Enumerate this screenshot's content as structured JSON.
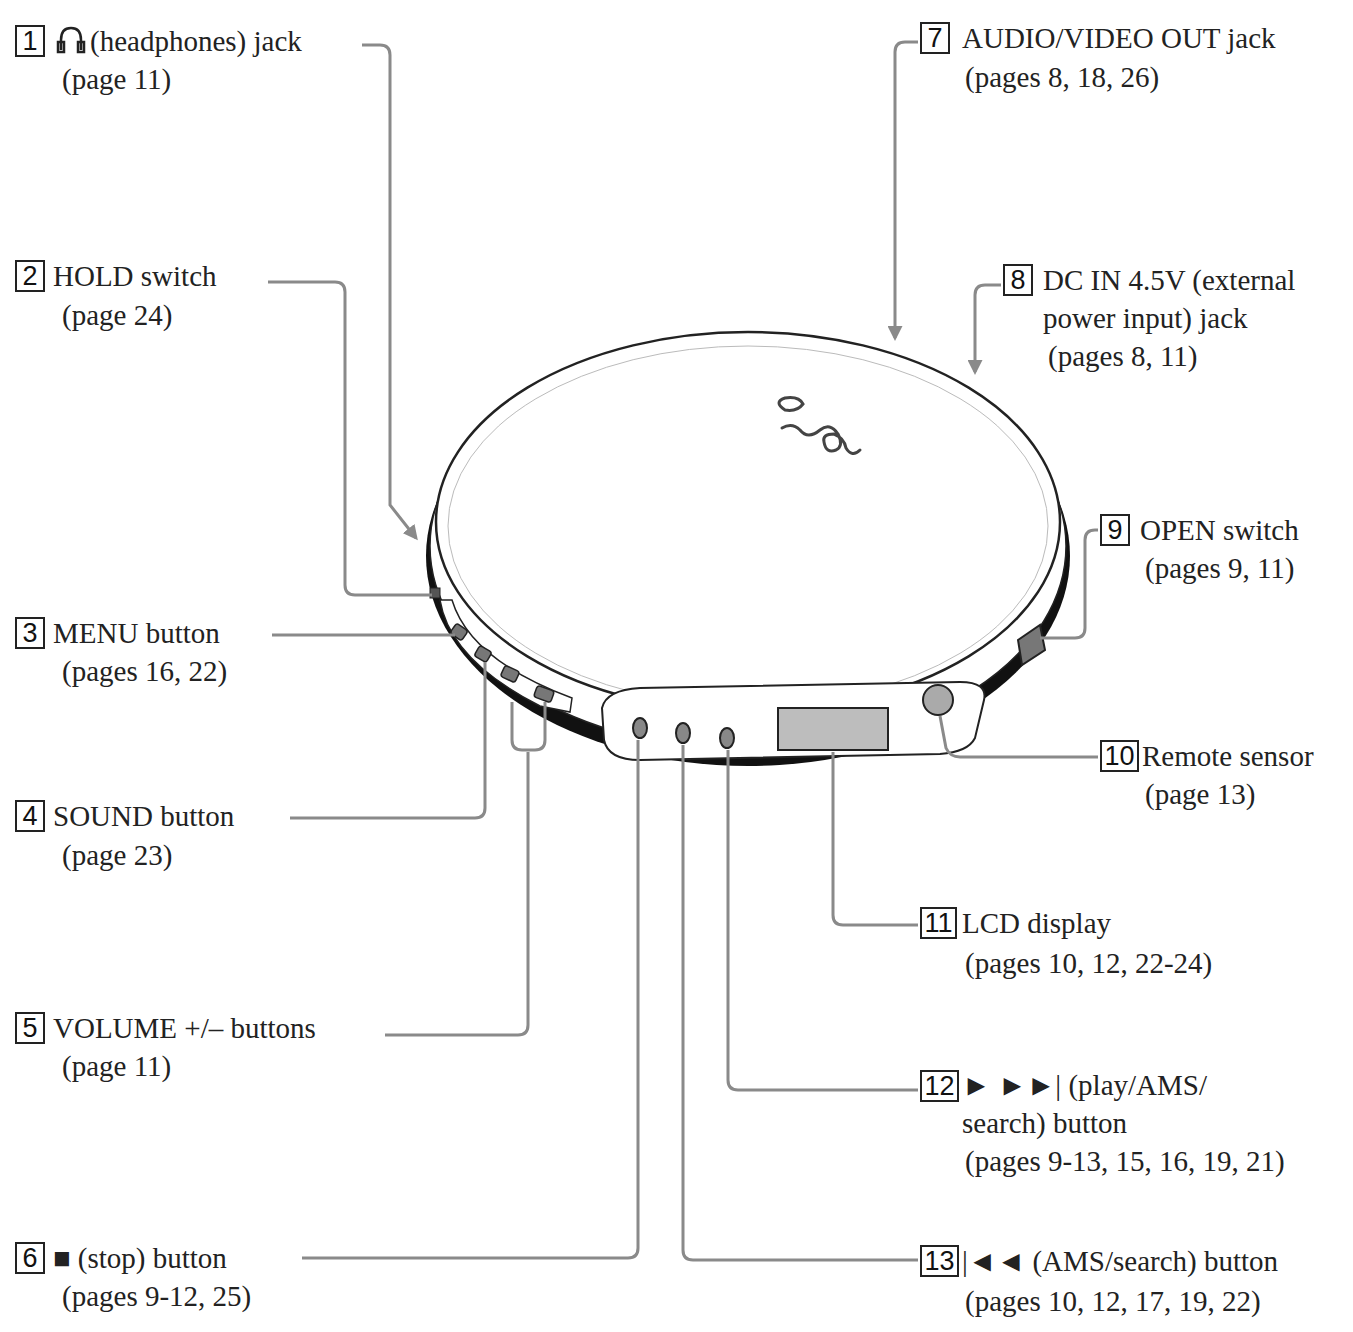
{
  "diagram": {
    "nodes": [
      {
        "text": [
          "1"
        ]
      },
      {
        "text": [
          "2"
        ]
      },
      {
        "text": [
          "3"
        ]
      },
      {
        "text": [
          "4"
        ]
      },
      {
        "text": [
          "5"
        ]
      },
      {
        "text": [
          "6"
        ]
      },
      {
        "text": [
          "7"
        ]
      },
      {
        "text": [
          "8"
        ]
      },
      {
        "text": [
          "9"
        ]
      },
      {
        "text": [
          "10"
        ]
      },
      {
        "text": [
          "11"
        ]
      },
      {
        "text": [
          "12"
        ]
      },
      {
        "text": [
          "13"
        ]
      }
    ],
    "labels": [
      "(headphones) jack",
      "(page 11)",
      "HOLD switch",
      "(page 24)",
      "MENU button",
      "(pages 16, 22)",
      "SOUND button",
      "(page 23)",
      "VOLUME +/– buttons",
      "(page 11)",
      "■ (stop) button",
      "(pages 9-12, 25)",
      "AUDIO/VIDEO OUT jack",
      "(pages 8, 18, 26)",
      "DC IN 4.5V (external power input) jack",
      "(pages 8, 11)",
      "OPEN switch",
      "(pages 9, 11)",
      "Remote sensor",
      "(page 13)",
      "LCD display",
      "(pages 10, 12, 22-24)",
      "► ►►| (play/AMS/ search) button",
      "(pages 9-13, 15, 16, 19, 21)",
      "|◄◄ (AMS/search) button",
      "(pages 10, 12, 17, 19, 22)"
    ]
  }
}
